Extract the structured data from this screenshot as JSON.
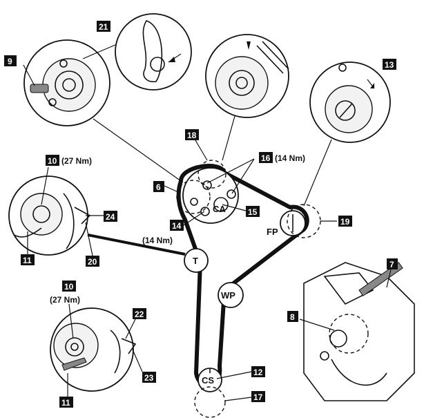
{
  "callouts": {
    "c6": "6",
    "c7": "7",
    "c8": "8",
    "c9": "9",
    "c10a": "10",
    "c10b": "10",
    "c11a": "11",
    "c11b": "11",
    "c12": "12",
    "c13": "13",
    "c14": "14",
    "c15": "15",
    "c16": "16",
    "c17": "17",
    "c18": "18",
    "c19": "19",
    "c20": "20",
    "c21": "21",
    "c22": "22",
    "c23": "23",
    "c24": "24"
  },
  "torques": {
    "t10a": "(27 Nm)",
    "t10b": "(27 Nm)",
    "t14": "(14 Nm)",
    "t16": "(14 Nm)"
  },
  "pulleys": {
    "camshaft": "CA",
    "fuel_pump": "FP",
    "tensioner": "T",
    "water_pump": "WP",
    "crankshaft": "CS"
  }
}
